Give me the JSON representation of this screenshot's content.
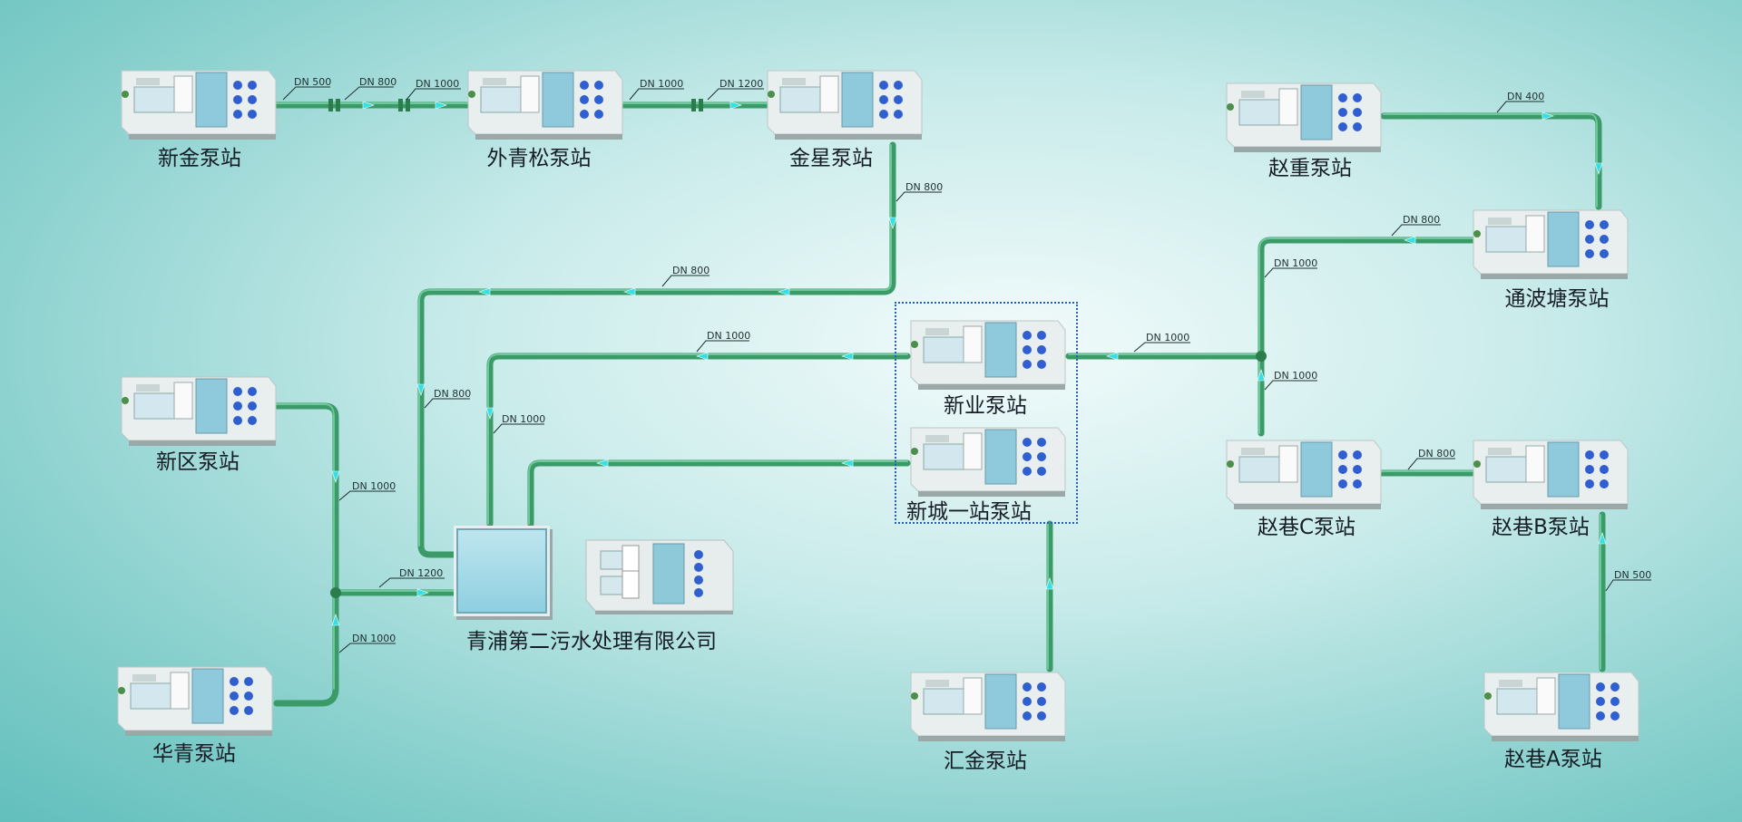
{
  "diagram_title": "",
  "stations": [
    {
      "id": "xinjin",
      "label": "新金泵站"
    },
    {
      "id": "waiqingsong",
      "label": "外青松泵站"
    },
    {
      "id": "jinxing",
      "label": "金星泵站"
    },
    {
      "id": "zhaozhong",
      "label": "赵重泵站"
    },
    {
      "id": "tongbotang",
      "label": "通波塘泵站"
    },
    {
      "id": "xinqu",
      "label": "新区泵站"
    },
    {
      "id": "xinye",
      "label": "新业泵站"
    },
    {
      "id": "xincheng1",
      "label": "新城一站泵站"
    },
    {
      "id": "zhaoxiang_c",
      "label": "赵巷C泵站"
    },
    {
      "id": "zhaoxiang_b",
      "label": "赵巷B泵站"
    },
    {
      "id": "huaqing",
      "label": "华青泵站"
    },
    {
      "id": "huijin",
      "label": "汇金泵站"
    },
    {
      "id": "zhaoxiang_a",
      "label": "赵巷A泵站"
    }
  ],
  "plant": {
    "label": "青浦第二污水处理有限公司"
  },
  "pipe_labels": [
    {
      "id": "dn-xinjin-1",
      "text": "DN 500"
    },
    {
      "id": "dn-xinjin-2",
      "text": "DN 800"
    },
    {
      "id": "dn-xinjin-3",
      "text": "DN 1000"
    },
    {
      "id": "dn-wqs-1",
      "text": "DN 1000"
    },
    {
      "id": "dn-wqs-2",
      "text": "DN 1200"
    },
    {
      "id": "dn-jinxing-down",
      "text": "DN 800"
    },
    {
      "id": "dn-main-800",
      "text": "DN 800"
    },
    {
      "id": "dn-left-800",
      "text": "DN 800"
    },
    {
      "id": "dn-xinye-west",
      "text": "DN 1000"
    },
    {
      "id": "dn-inner-1000",
      "text": "DN 1000"
    },
    {
      "id": "dn-xinye-east",
      "text": "DN 1000"
    },
    {
      "id": "dn-zhaozhong",
      "text": "DN 400"
    },
    {
      "id": "dn-tongbotang",
      "text": "DN 800"
    },
    {
      "id": "dn-east-vertical-up",
      "text": "DN 1000"
    },
    {
      "id": "dn-east-vertical-down",
      "text": "DN 1000"
    },
    {
      "id": "dn-zhaoxiang-cb",
      "text": "DN 800"
    },
    {
      "id": "dn-zhaoxiang-ab",
      "text": "DN 500"
    },
    {
      "id": "dn-xinqu",
      "text": "DN 1000"
    },
    {
      "id": "dn-huaqing",
      "text": "DN 1000"
    },
    {
      "id": "dn-plant-in",
      "text": "DN 1200"
    }
  ],
  "colors": {
    "pipe": "#3a9a68",
    "flow_arrow": "#34e0e6",
    "selection": "#2a5fb0",
    "pump": "#2f5fd0"
  }
}
